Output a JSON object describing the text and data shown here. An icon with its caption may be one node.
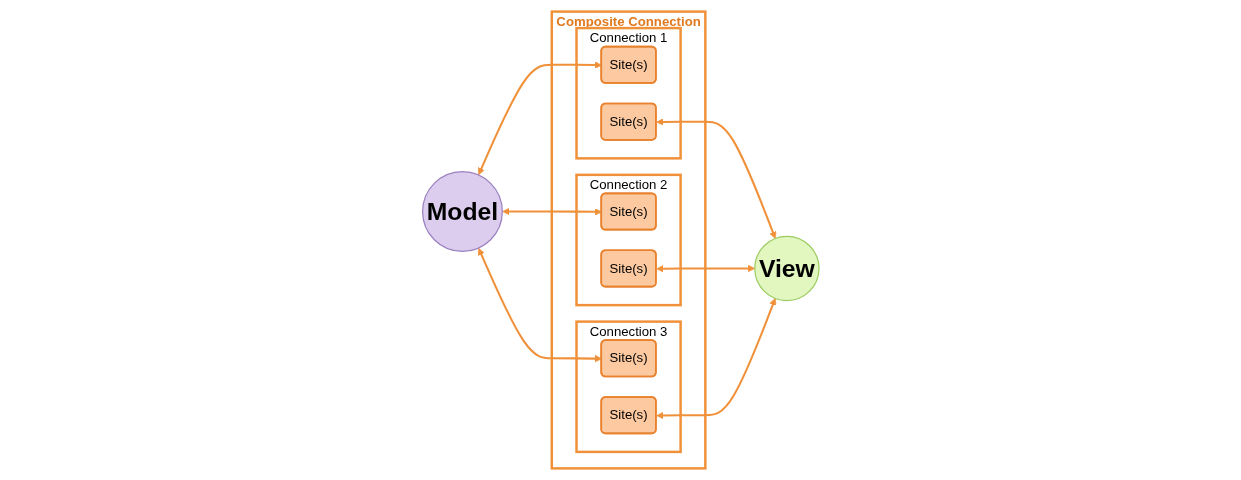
{
  "diagram": {
    "nodes": [
      {
        "text": [
          "Model"
        ]
      },
      {
        "text": [
          "Composite Connection"
        ]
      },
      {
        "text": [
          "Connection 1"
        ],
        "in": 1
      },
      {
        "text": [
          "Site(s)"
        ],
        "in": 2
      },
      {
        "text": [
          "Site(s)"
        ],
        "in": 2
      },
      {
        "text": [
          "Connection 2"
        ],
        "in": 1
      },
      {
        "text": [
          "Site(s)"
        ],
        "in": 5
      },
      {
        "text": [
          "Site(s)"
        ],
        "in": 5
      },
      {
        "text": [
          "Connection 3"
        ],
        "in": 1
      },
      {
        "text": [
          "Site(s)"
        ],
        "in": 8
      },
      {
        "text": [
          "Site(s)"
        ],
        "in": 8
      },
      {
        "text": [
          "View"
        ]
      }
    ],
    "edges": [
      {
        "from": 0,
        "to": 3,
        "arrow": "both"
      },
      {
        "from": 4,
        "to": 11,
        "arrow": "both"
      },
      {
        "from": 0,
        "to": 6,
        "arrow": "both"
      },
      {
        "from": 7,
        "to": 11,
        "arrow": "both"
      },
      {
        "from": 0,
        "to": 9,
        "arrow": "both"
      },
      {
        "from": 10,
        "to": 11,
        "arrow": "both"
      }
    ]
  }
}
